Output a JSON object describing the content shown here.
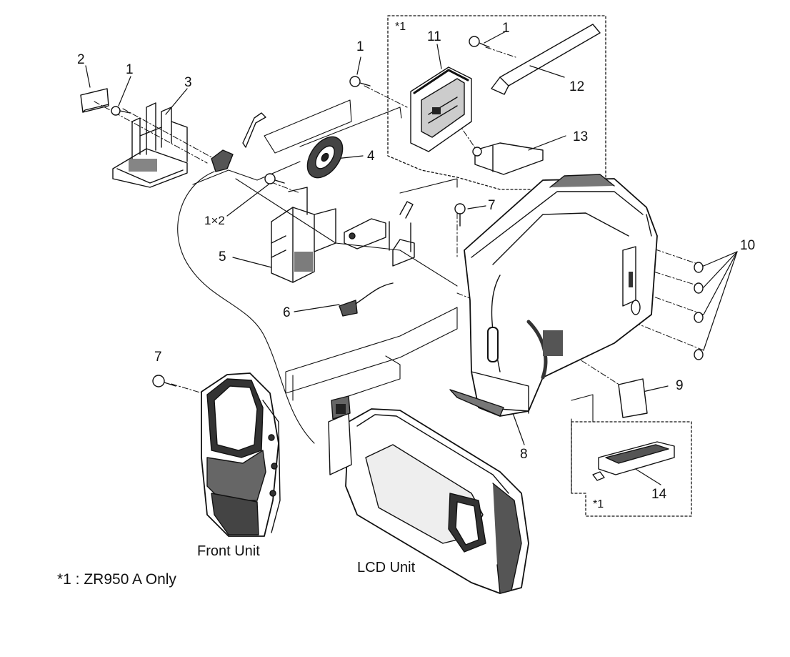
{
  "diagram": {
    "callouts": {
      "c1a": "1",
      "c1b": "1",
      "c1c": "1",
      "c1x2": "1×2",
      "c2": "2",
      "c3": "3",
      "c4": "4",
      "c5": "5",
      "c6": "6",
      "c7a": "7",
      "c7b": "7",
      "c8": "8",
      "c9": "9",
      "c10": "10",
      "c11": "11",
      "c12": "12",
      "c13": "13",
      "c14": "14"
    },
    "option_marks": {
      "top": "*1",
      "bottom": "*1"
    },
    "captions": {
      "front_unit": "Front Unit",
      "lcd_unit": "LCD Unit"
    },
    "footnote": "*1 : ZR950 A Only"
  }
}
